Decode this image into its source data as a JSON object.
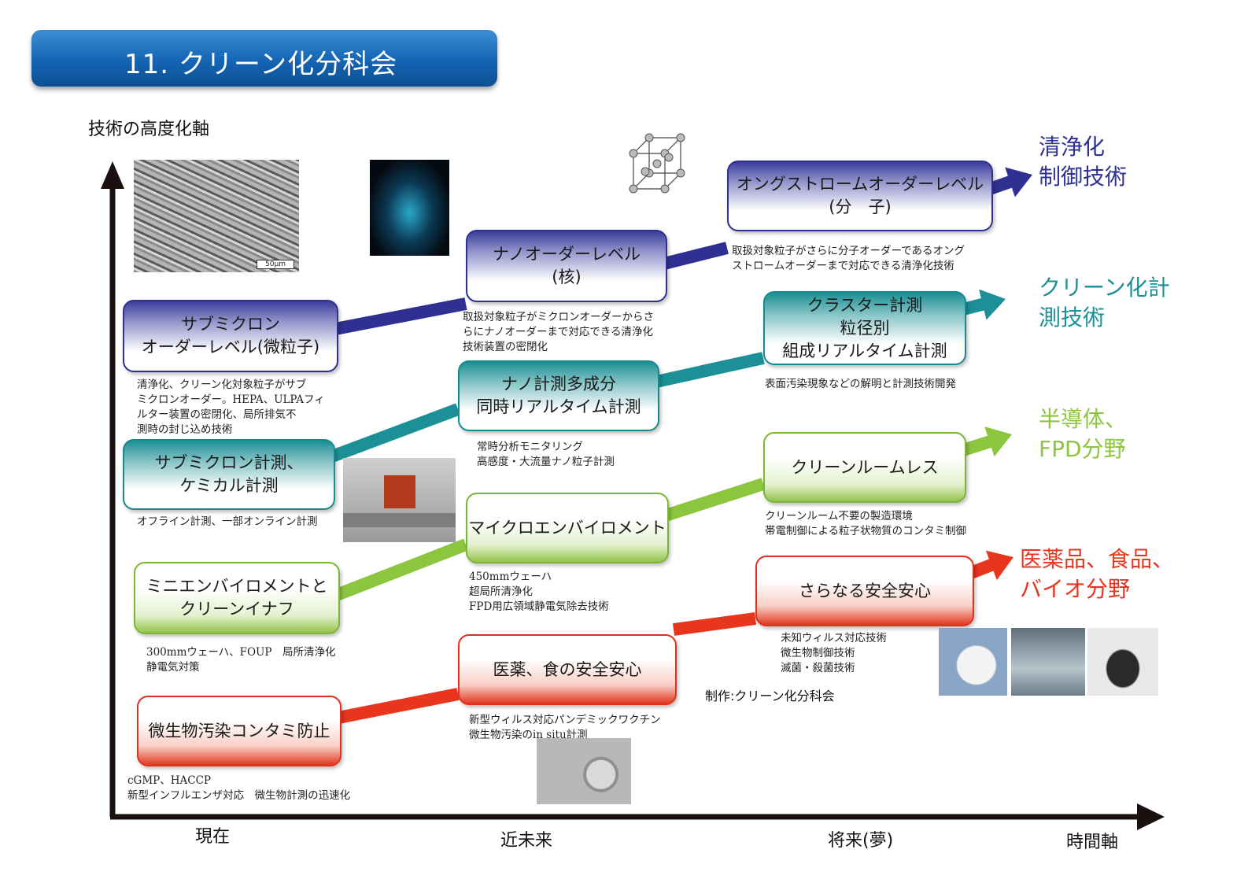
{
  "title": "11. クリーン化分科会",
  "axes": {
    "y_label": "技術の高度化軸",
    "x_label": "時間軸",
    "time_points": [
      "現在",
      "近未来",
      "将来(夢)"
    ]
  },
  "tracks": [
    {
      "id": "cleaning",
      "color": "#2e3192",
      "boxes": [
        {
          "label": "サブミクロン\nオーダーレベル(微粒子)",
          "desc": "清浄化、クリーン化対象粒子がサブ\nミクロンオーダー。HEPA、ULPAフィ\nルター装置の密閉化、局所排気不\n測時の封じ込め技術"
        },
        {
          "label": "ナノオーダーレベル\n(核)",
          "desc": "取扱対象粒子がミクロンオーダーからさ\nらにナノオーダーまで対応できる清浄化\n技術装置の密閉化"
        },
        {
          "label": "オングストロームオーダーレベル\n(分　子)",
          "desc": "取扱対象粒子がさらに分子オーダーであるオング\nストロームオーダーまで対応できる清浄化技術"
        }
      ],
      "outcome": "清浄化\n制御技術"
    },
    {
      "id": "measurement",
      "color": "#1b9096",
      "boxes": [
        {
          "label": "サブミクロン計測、\nケミカル計測",
          "desc": "オフライン計測、一部オンライン計測"
        },
        {
          "label": "ナノ計測多成分\n同時リアルタイム計測",
          "desc": "常時分析モニタリング\n高感度・大流量ナノ粒子計測"
        },
        {
          "label": "クラスター計測\n粒径別\n組成リアルタイム計測",
          "desc": "表面汚染現象などの解明と計測技術開発"
        }
      ],
      "outcome": "クリーン化計\n測技術"
    },
    {
      "id": "semiconductor",
      "color": "#8cc63f",
      "boxes": [
        {
          "label": "ミニエンバイロメントと\nクリーンイナフ",
          "desc": "300mmウェーハ、FOUP　局所清浄化\n静電気対策"
        },
        {
          "label": "マイクロエンバイロメント",
          "desc": "450mmウェーハ\n超局所清浄化\nFPD用広領域静電気除去技術"
        },
        {
          "label": "クリーンルームレス",
          "desc": "クリーンルーム不要の製造環境\n帯電制御による粒子状物質のコンタミ制御"
        }
      ],
      "outcome": "半導体、\nFPD分野"
    },
    {
      "id": "bio",
      "color": "#e8361e",
      "boxes": [
        {
          "label": "微生物汚染コンタミ防止",
          "desc": "cGMP、HACCP\n新型インフルエンザ対応　微生物計測の迅速化"
        },
        {
          "label": "医薬、食の安全安心",
          "desc": "新型ウィルス対応パンデミックワクチン\n微生物汚染のin situ計測"
        },
        {
          "label": "さらなる安全安心",
          "desc": "未知ウィルス対応技術\n微生物制御技術\n滅菌・殺菌技術"
        }
      ],
      "outcome": "医薬品、食品、\nバイオ分野"
    }
  ],
  "credit": "制作:クリーン化分科会",
  "photos": {
    "sem_label": "50µm"
  }
}
